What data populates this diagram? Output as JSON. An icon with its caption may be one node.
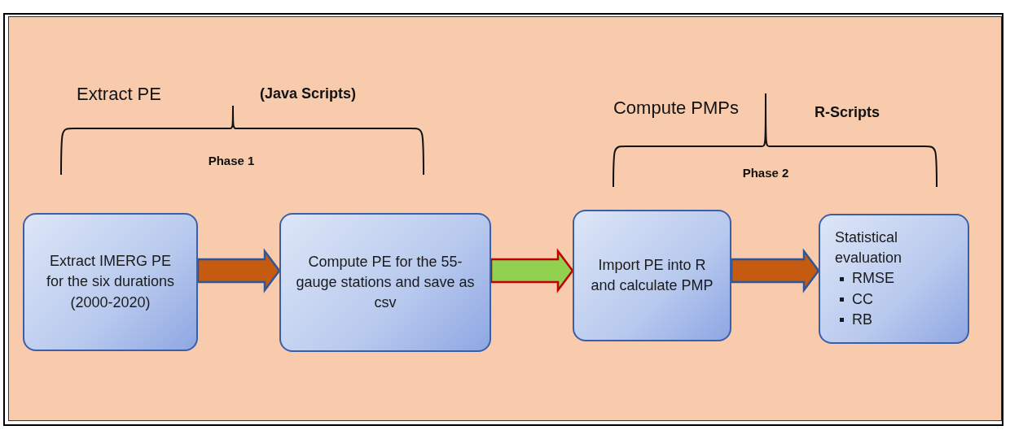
{
  "diagram": {
    "nodes": [
      {
        "text": [
          "Extract IMERG PE for the six durations (2000-2020)"
        ]
      },
      {
        "text": [
          "Compute PE for the 55-gauge stations and save as csv"
        ]
      },
      {
        "text": [
          "Import PE into R and calculate PMP"
        ]
      },
      {
        "text": [
          "Statistical evaluation",
          "RMSE",
          "CC",
          "RB"
        ]
      }
    ],
    "edges": [
      {
        "from": 0,
        "to": 1,
        "arrow": "to",
        "style": "thick"
      },
      {
        "from": 1,
        "to": 2,
        "arrow": "to",
        "style": "thick",
        "color": "#92d050"
      },
      {
        "from": 2,
        "to": 3,
        "arrow": "to",
        "style": "thick"
      }
    ],
    "labels": [
      "Extract PE",
      "(Java Scripts)",
      "Phase 1",
      "Compute PMPs",
      "R-Scripts",
      "Phase 2"
    ]
  }
}
